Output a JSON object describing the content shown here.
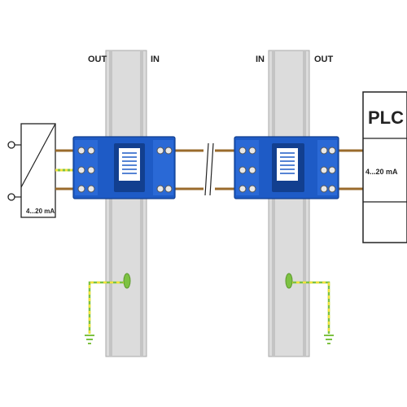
{
  "labels": {
    "left_out": "OUT",
    "left_in": "IN",
    "right_in": "IN",
    "right_out": "OUT",
    "plc": "PLC",
    "sensor_signal": "4...20 mA",
    "plc_signal": "4...20 mA"
  },
  "colors": {
    "rail": "#dcdcdc",
    "rail_edge": "#a9a9a9",
    "module_blue": "#1e5bc6",
    "module_dark": "#123f8f",
    "wire_brown": "#9a6b2c",
    "ground_green": "#7dc242",
    "ground_yellow": "#f2e23a",
    "line_dark": "#222222"
  },
  "icons": {
    "break_marker": "double-slash-break-icon",
    "ground": "earth-ground-icon",
    "sensor_terminal": "open-circle-terminal-icon"
  }
}
